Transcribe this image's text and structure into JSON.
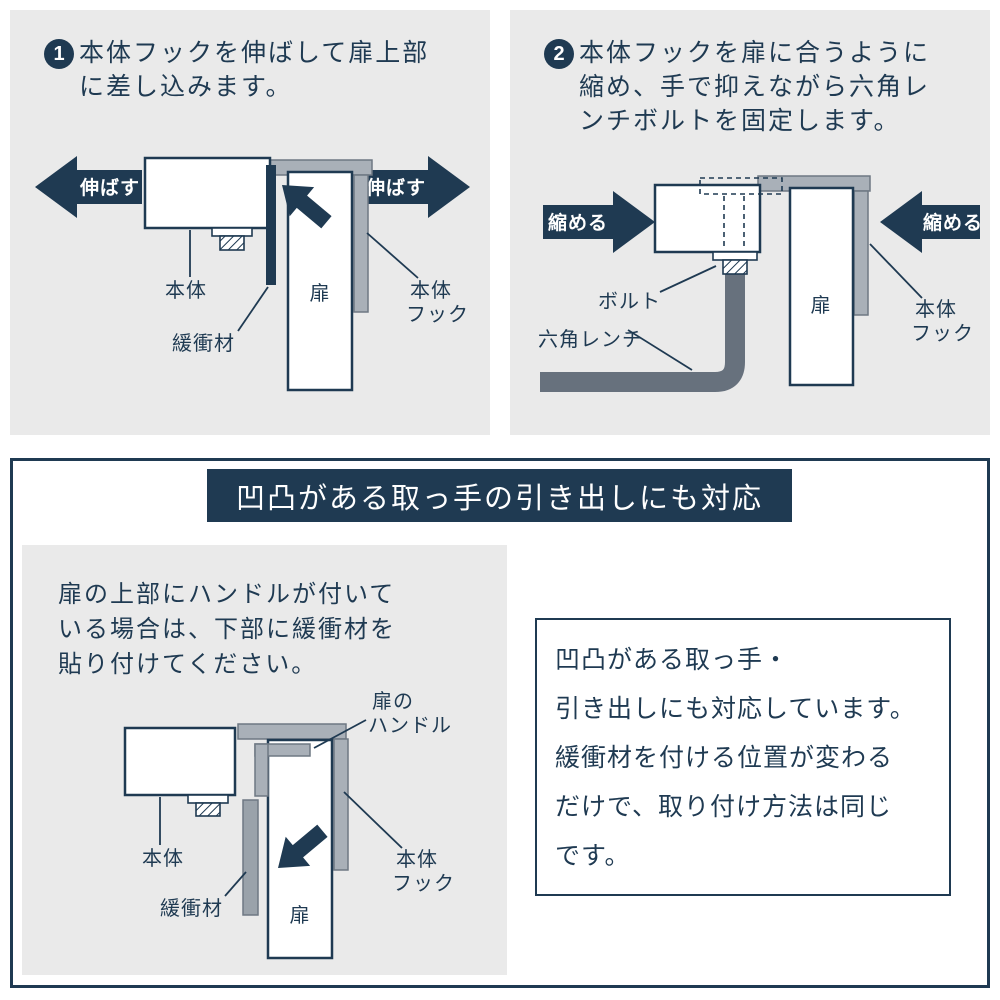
{
  "colors": {
    "navy": "#1f3a52",
    "panel_gray": "#eaeaea",
    "hook_gray": "#a9b0b8",
    "wrench_gray": "#67717d",
    "white": "#ffffff"
  },
  "step1": {
    "number": "1",
    "line1": "本体フックを伸ばして扉上部",
    "line2": "に差し込みます。",
    "arrow_left": "伸ばす",
    "arrow_right": "伸ばす",
    "label_body": "本体",
    "label_cushion": "緩衝材",
    "label_door": "扉",
    "label_hook_1": "本体",
    "label_hook_2": "フック"
  },
  "step2": {
    "number": "2",
    "line1": "本体フックを扉に合うように",
    "line2": "縮め、手で抑えながら六角レ",
    "line3": "ンチボルトを固定します。",
    "arrow_left": "縮める",
    "arrow_right": "縮める",
    "label_bolt": "ボルト",
    "label_wrench": "六角レンチ",
    "label_door": "扉",
    "label_hook_1": "本体",
    "label_hook_2": "フック"
  },
  "feature": {
    "header": "凹凸がある取っ手の引き出しにも対応",
    "note1": "扉の上部にハンドルが付いて",
    "note2": "いる場合は、下部に緩衝材を",
    "note3": "貼り付けてください。",
    "label_body": "本体",
    "label_cushion": "緩衝材",
    "label_door": "扉",
    "label_handle_1": "扉の",
    "label_handle_2": "ハンドル",
    "label_hook_1": "本体",
    "label_hook_2": "フック",
    "box_lines": [
      "凹凸がある取っ手・",
      "引き出しにも対応しています。",
      "緩衝材を付ける位置が変わる",
      "だけで、取り付け方法は同じ",
      "です。"
    ]
  }
}
